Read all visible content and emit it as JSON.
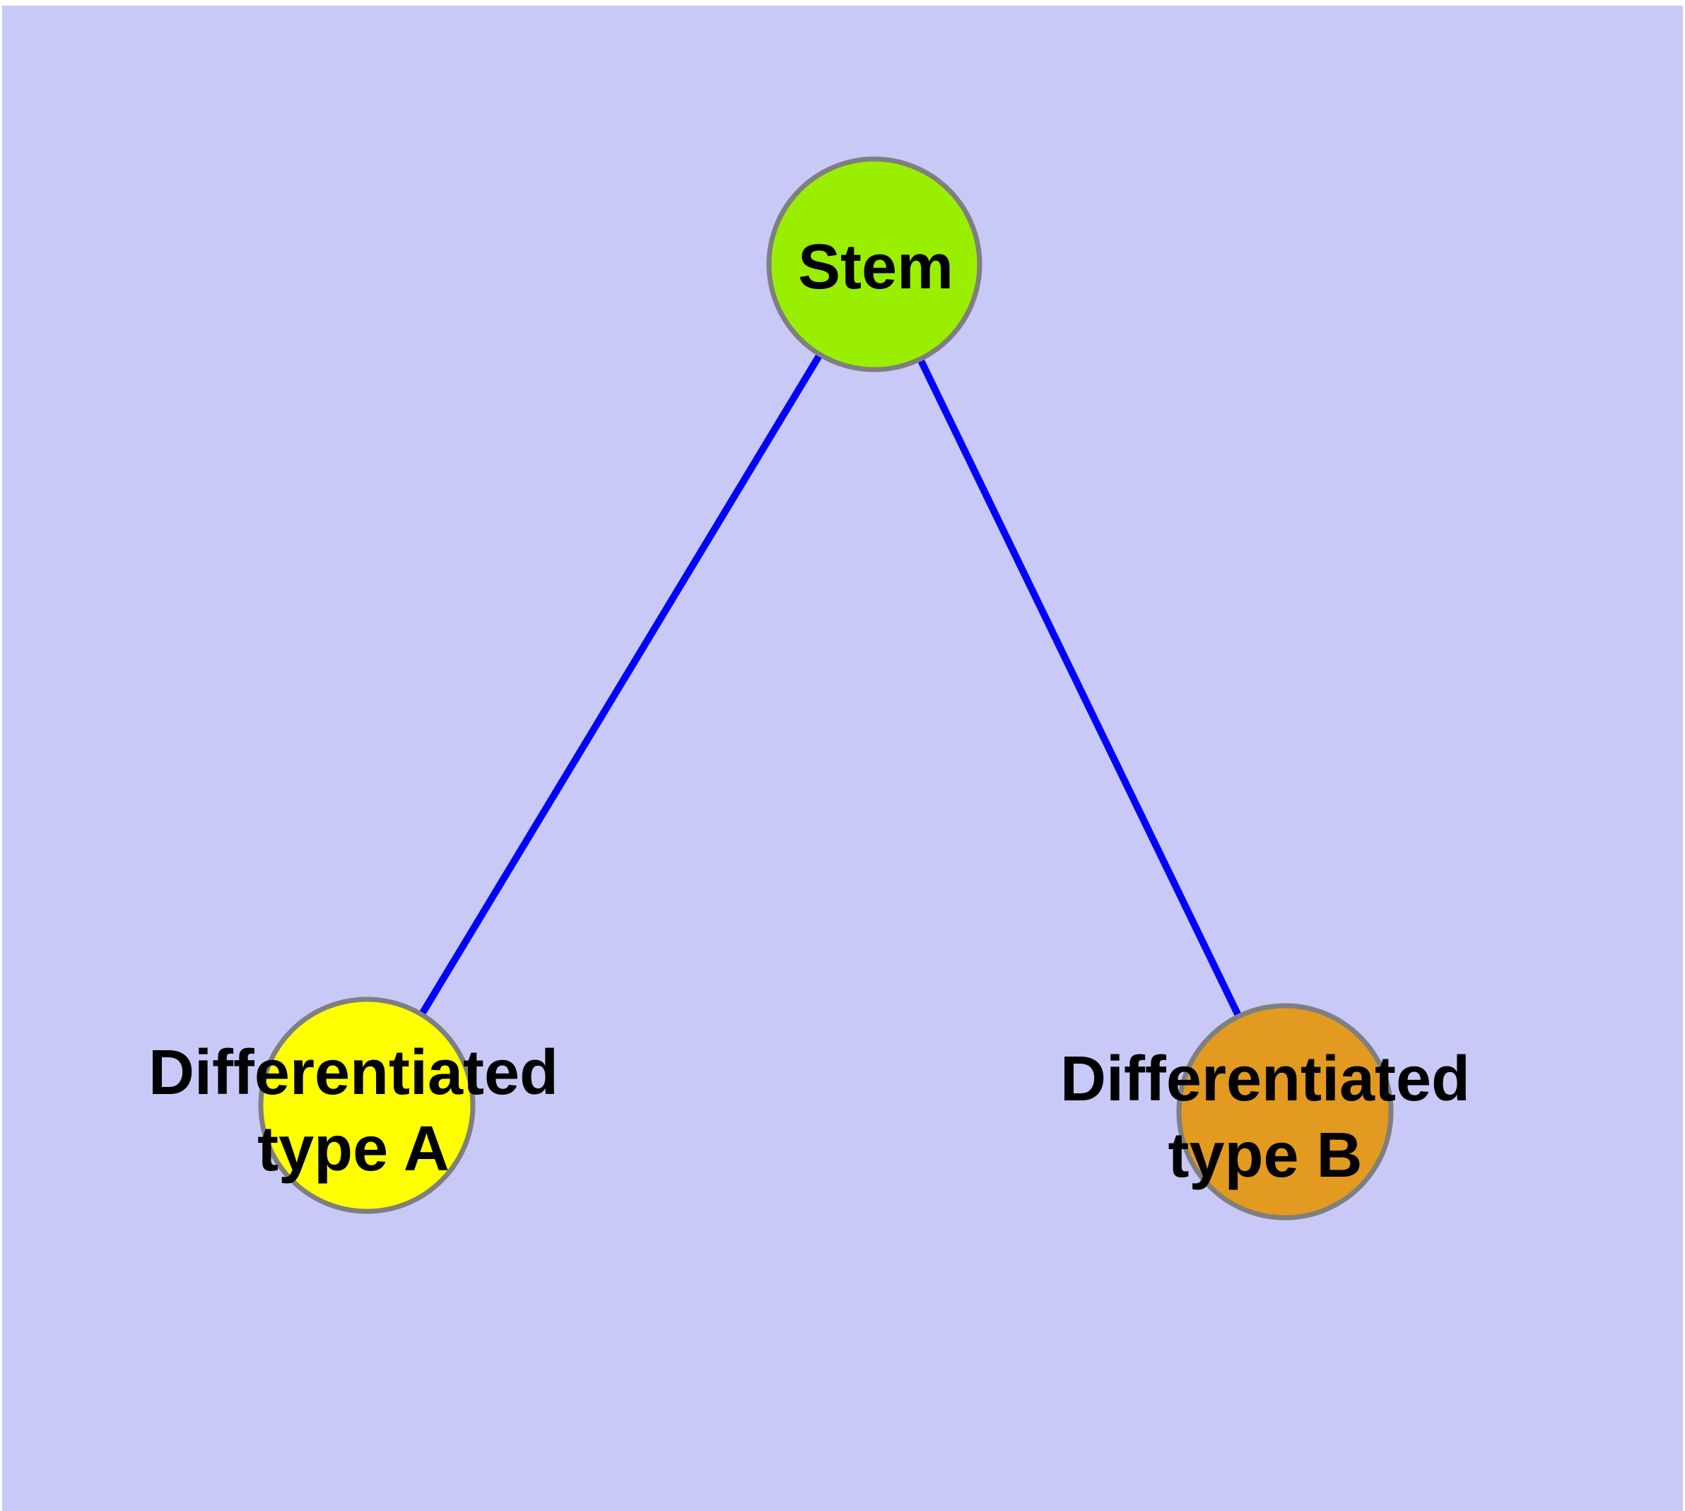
{
  "diagram": {
    "background_color": "#C9C9F8",
    "margin_color": "#FFFFFF",
    "edge_color": "#0000FF",
    "node_border_color": "#7F7F7F",
    "label_color": "#000000",
    "nodes": [
      {
        "id": "stem",
        "label": "Stem",
        "fill_color": "#9AEF00"
      },
      {
        "id": "differentiated-type-a",
        "label": "Differentiated type A",
        "label_line1": "Differentiated",
        "label_line2": "type A",
        "fill_color": "#FFFF00"
      },
      {
        "id": "differentiated-type-b",
        "label": "Differentiated type B",
        "label_line1": "Differentiated",
        "label_line2": "type B",
        "fill_color": "#E29A20"
      }
    ],
    "edges": [
      {
        "from": "Stem",
        "to": "Differentiated type A"
      },
      {
        "from": "Stem",
        "to": "Differentiated type B"
      }
    ]
  }
}
